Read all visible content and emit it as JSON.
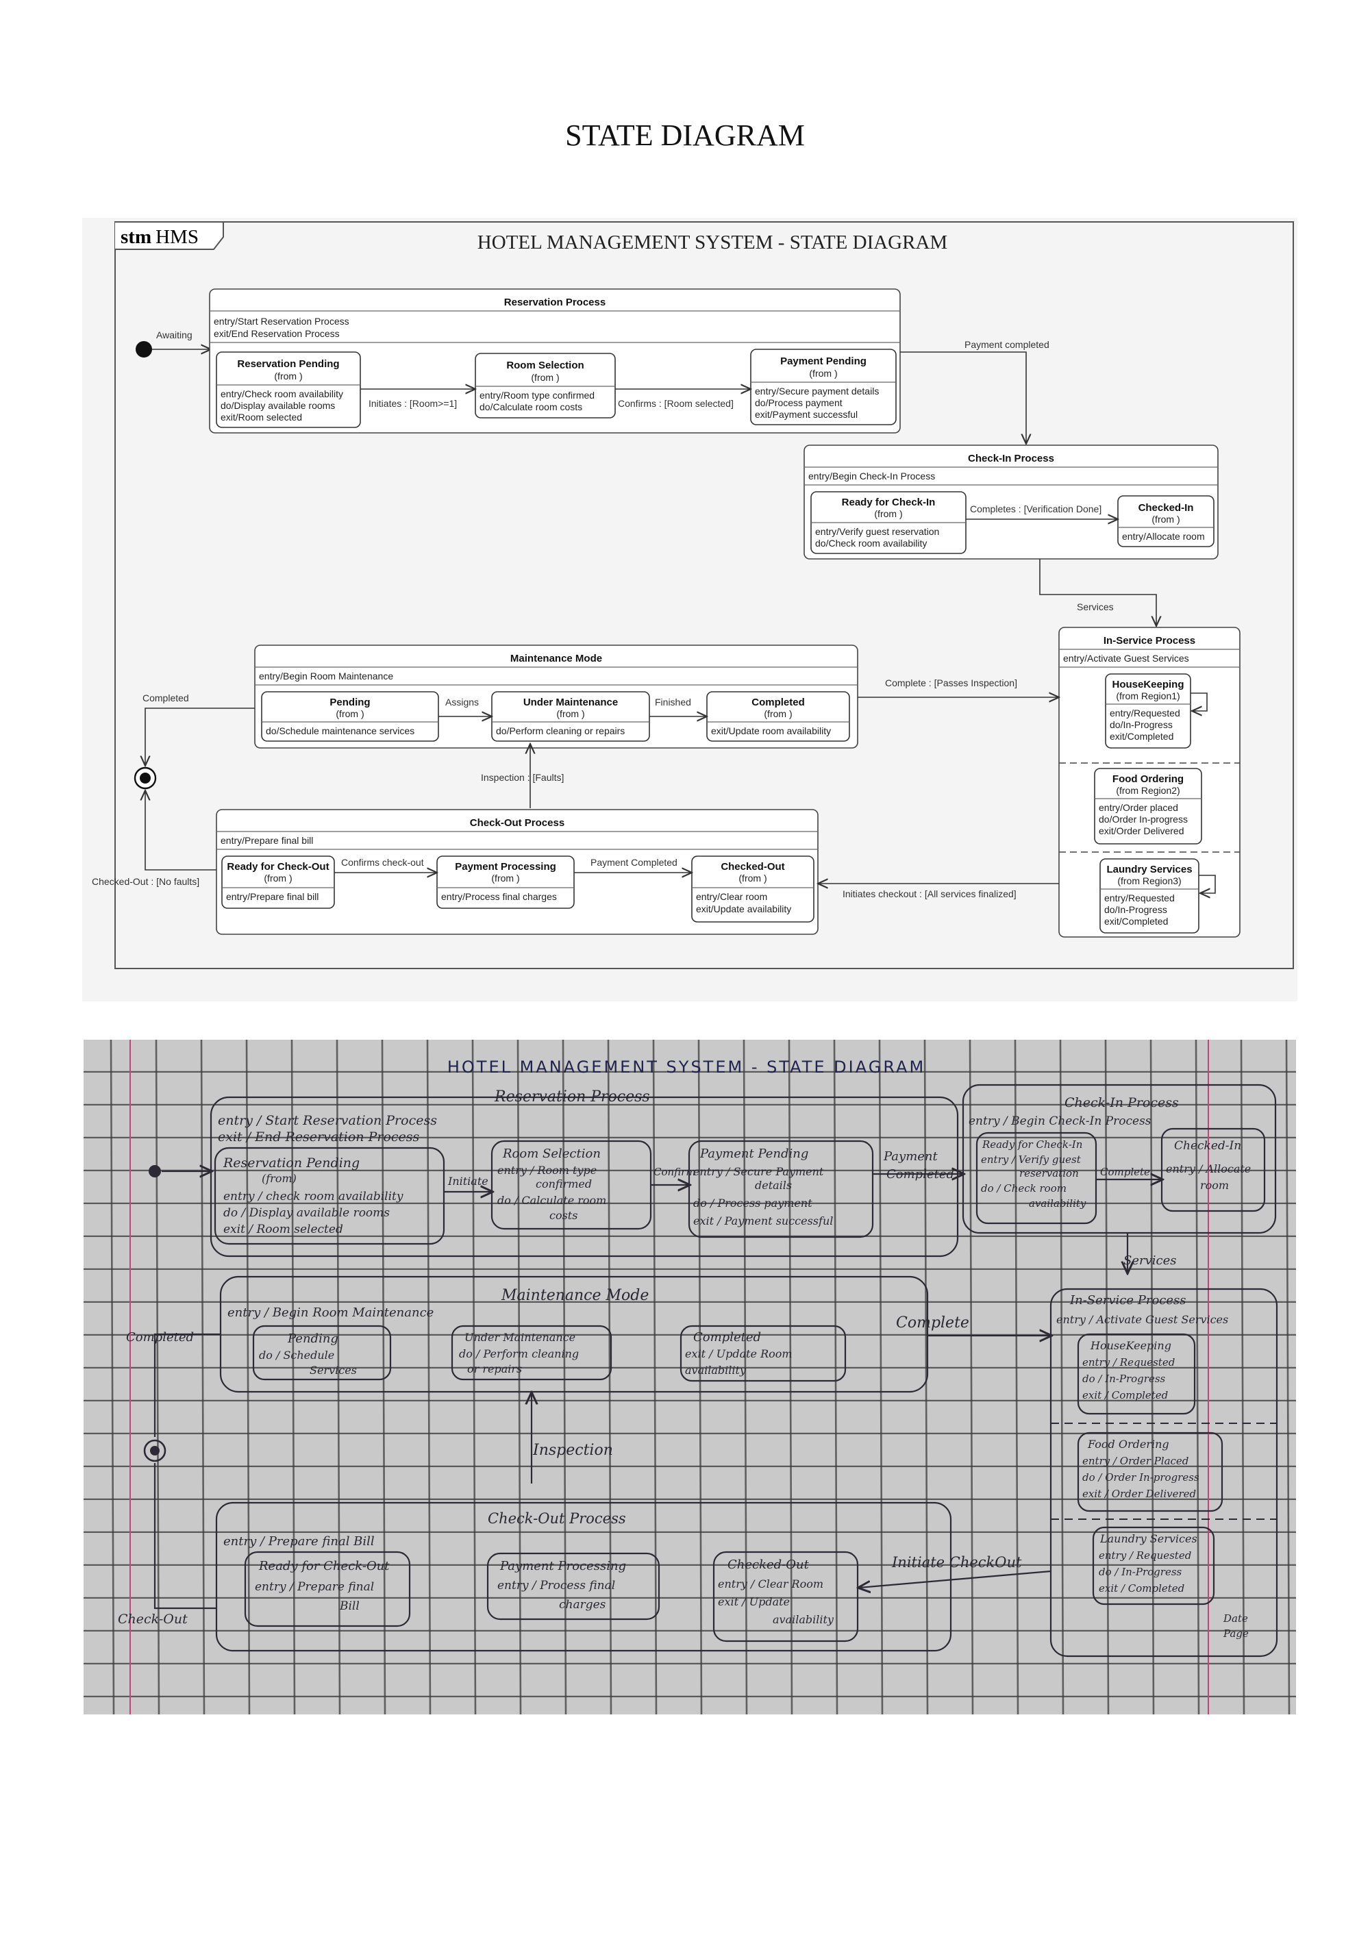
{
  "page": {
    "title": "STATE DIAGRAM"
  },
  "diagram": {
    "frame_tag": {
      "bold": "stm",
      "name": "HMS"
    },
    "banner": "HOTEL  MANAGEMENT SYSTEM - STATE DIAGRAM",
    "initial_label": "Awaiting",
    "reservation": {
      "title": "Reservation Process",
      "lines": [
        "entry/Start Reservation Process",
        "exit/End Reservation Process"
      ],
      "states": [
        {
          "name": "Reservation Pending",
          "sub": "(from )",
          "lines": [
            "entry/Check room availability",
            "do/Display available rooms",
            "exit/Room selected"
          ]
        },
        {
          "name": "Room Selection",
          "sub": "(from )",
          "lines": [
            "entry/Room type confirmed",
            "do/Calculate room costs"
          ]
        },
        {
          "name": "Payment Pending",
          "sub": "(from )",
          "lines": [
            "entry/Secure payment details",
            "do/Process payment",
            "exit/Payment successful"
          ]
        }
      ],
      "transitions": [
        "Initiates :  [Room>=1]",
        "Confirms :  [Room selected]"
      ]
    },
    "payment_completed_label": "Payment completed",
    "checkin": {
      "title": "Check-In Process",
      "lines": [
        "entry/Begin Check-In Process"
      ],
      "states": [
        {
          "name": "Ready for Check-In",
          "sub": "(from )",
          "lines": [
            "entry/Verify guest reservation",
            "do/Check room availability"
          ]
        },
        {
          "name": "Checked-In",
          "sub": "(from )",
          "lines": [
            "entry/Allocate room"
          ]
        }
      ],
      "transition": "Completes :  [Verification Done]"
    },
    "services_label": "Services",
    "inservice": {
      "title": "In-Service Process",
      "lines": [
        "entry/Activate Guest Services"
      ],
      "regions": [
        {
          "name": "HouseKeeping",
          "sub": "(from Region1)",
          "lines": [
            "entry/Requested",
            "do/In-Progress",
            "exit/Completed"
          ]
        },
        {
          "name": "Food Ordering",
          "sub": "(from Region2)",
          "lines": [
            "entry/Order placed",
            "do/Order In-progress",
            "exit/Order Delivered"
          ]
        },
        {
          "name": "Laundry Services",
          "sub": "(from Region3)",
          "lines": [
            "entry/Requested",
            "do/In-Progress",
            "exit/Completed"
          ]
        }
      ]
    },
    "maintenance": {
      "title": "Maintenance Mode",
      "lines": [
        "entry/Begin Room Maintenance"
      ],
      "states": [
        {
          "name": "Pending",
          "sub": "(from )",
          "lines": [
            "do/Schedule maintenance services"
          ]
        },
        {
          "name": "Under Maintenance",
          "sub": "(from )",
          "lines": [
            "do/Perform cleaning or repairs"
          ]
        },
        {
          "name": "Completed",
          "sub": "(from )",
          "lines": [
            "exit/Update room availability"
          ]
        }
      ],
      "transitions": [
        "Assigns",
        "Finished"
      ]
    },
    "complete_passes_label": "Complete :  [Passes Inspection]",
    "completed_label": "Completed",
    "inspection_label": "Inspection :  [Faults]",
    "checkout": {
      "title": "Check-Out Process",
      "lines": [
        "entry/Prepare final bill"
      ],
      "states": [
        {
          "name": "Ready for Check-Out",
          "sub": "(from )",
          "lines": [
            "entry/Prepare final bill"
          ]
        },
        {
          "name": "Payment Processing",
          "sub": "(from )",
          "lines": [
            "entry/Process final charges"
          ]
        },
        {
          "name": "Checked-Out",
          "sub": "(from )",
          "lines": [
            "entry/Clear room",
            "exit/Update availability"
          ]
        }
      ],
      "transitions": [
        "Confirms check-out",
        "Payment Completed"
      ]
    },
    "initiates_checkout_label": "Initiates checkout :  [All services finalized]",
    "checked_out_label": "Checked-Out :  [No faults]"
  },
  "sketch": {
    "title": "HOTEL  MANAGEMENT  SYSTEM - STATE DIAGRAM",
    "labels": {
      "reservation": "Reservation Process",
      "res_lines": [
        "entry / Start Reservation Process",
        "exit / End Reservation Process"
      ],
      "res_pending": [
        "Reservation Pending",
        "(from)",
        "entry / check room availability",
        "do / Display available rooms",
        "exit / Room selected"
      ],
      "initiate": "Initiate",
      "room_selection": [
        "Room Selection",
        "entry / Room type",
        "confirmed",
        "do / Calculate room",
        "costs"
      ],
      "confirm": "Confirm",
      "payment_pending": [
        "Payment Pending",
        "entry / Secure Payment",
        "details",
        "do / Process payment",
        "exit / Payment successful"
      ],
      "payment_completed": [
        "Payment",
        "Completed"
      ],
      "checkin": "Check-In Process",
      "checkin_line": "entry / Begin Check-In Process",
      "ready_checkin": [
        "Ready for Check-In",
        "entry / Verify guest",
        "reservation",
        "do / Check room",
        "availability"
      ],
      "completes": "Complete",
      "checked_in": [
        "Checked-In",
        "entry / Allocate",
        "room"
      ],
      "services": "Services",
      "maintenance": "Maintenance Mode",
      "maint_line": "entry / Begin Room Maintenance",
      "pending": [
        "Pending",
        "do / Schedule",
        "Services"
      ],
      "under": [
        "Under Maintenance",
        "do / Perform cleaning",
        "or repairs"
      ],
      "completed_state": [
        "Completed",
        "exit / Update Room",
        "availability"
      ],
      "complete": "Complete",
      "completed": "Completed",
      "inspection": "Inspection",
      "inservice": "In-Service Process",
      "inservice_line": "entry / Activate Guest Services",
      "housekeeping": [
        "HouseKeeping",
        "entry / Requested",
        "do / In-Progress",
        "exit / Completed"
      ],
      "food": [
        "Food Ordering",
        "entry / Order Placed",
        "do / Order In-progress",
        "exit / Order Delivered"
      ],
      "laundry": [
        "Laundry Services",
        "entry / Requested",
        "do / In-Progress",
        "exit / Completed"
      ],
      "checkout": "Check-Out Process",
      "checkout_line": "entry / Prepare final Bill",
      "ready_checkout": [
        "Ready for Check-Out",
        "entry / Prepare final",
        "Bill"
      ],
      "payment_processing": [
        "Payment Processing",
        "entry / Process final",
        "charges"
      ],
      "checked_out": [
        "Checked-Out",
        "entry / Clear Room",
        "exit / Update",
        "availability"
      ],
      "initiate_checkout": "Initiate CheckOut",
      "check_out": "Check-Out",
      "date": "Date",
      "page": "Page"
    }
  }
}
